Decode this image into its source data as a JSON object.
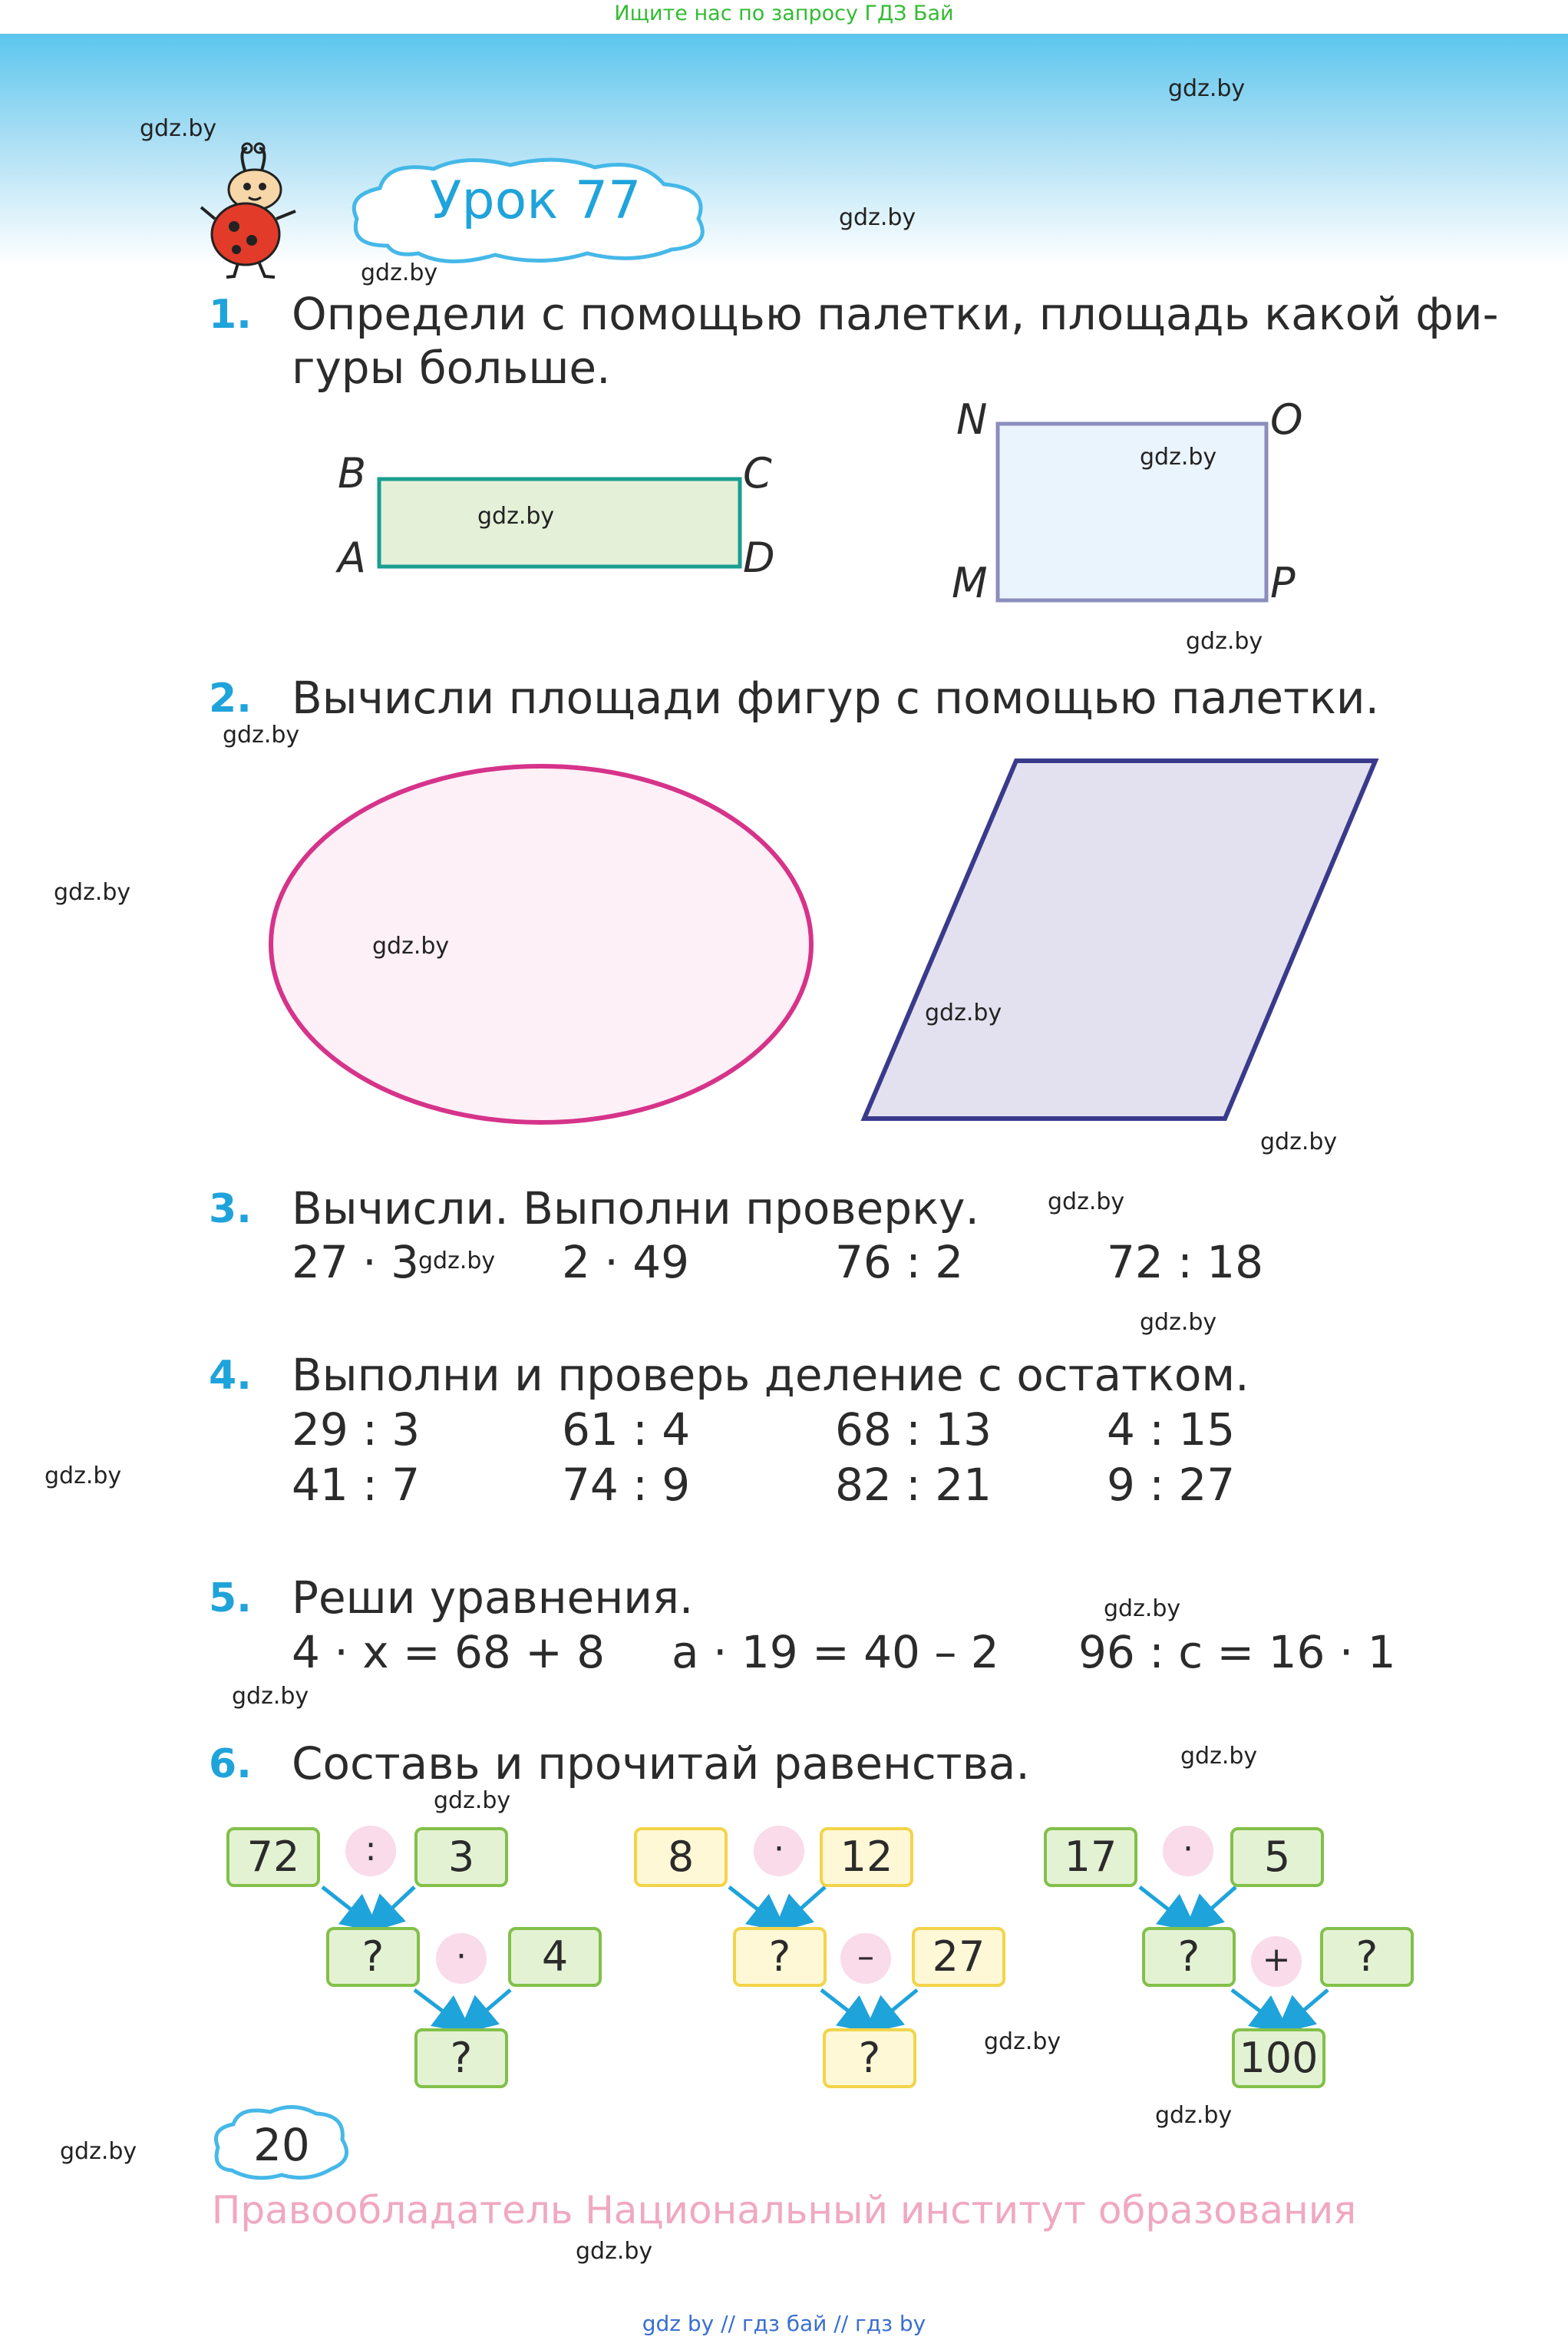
{
  "top_link": "Ищите нас по запросу ГДЗ Бай",
  "watermark": "gdz.by",
  "lesson_title": "Урок 77",
  "tasks": {
    "t1": {
      "num": "1.",
      "line1": "Определи с помощью палетки, площадь какой фи-",
      "line2": "гуры больше."
    },
    "t2": {
      "num": "2.",
      "line1": "Вычисли площади фигур с помощью палетки."
    },
    "t3": {
      "num": "3.",
      "line1": "Вычисли. Выполни проверку.",
      "exprs": [
        "27 · 3",
        "2 · 49",
        "76 : 2",
        "72 : 18"
      ]
    },
    "t4": {
      "num": "4.",
      "line1": "Выполни и проверь деление с остатком.",
      "row1": [
        "29 : 3",
        "61 : 4",
        "68 : 13",
        "4 : 15"
      ],
      "row2": [
        "41 : 7",
        "74 : 9",
        "82 : 21",
        "9 : 27"
      ]
    },
    "t5": {
      "num": "5.",
      "line1": "Реши уравнения.",
      "eq1": "4 · x = 68 + 8",
      "eq2": "a · 19 = 40 – 2",
      "eq3": "96 : c = 16 · 1"
    },
    "t6": {
      "num": "6.",
      "line1": "Составь и прочитай равенства."
    }
  },
  "rect1_labels": {
    "b": "B",
    "c": "C",
    "a": "A",
    "d": "D"
  },
  "rect2_labels": {
    "n": "N",
    "o": "O",
    "m": "M",
    "p": "P"
  },
  "chains": [
    {
      "top_left": "72",
      "op1": ":",
      "top_right": "3",
      "mid": "?",
      "op2": "·",
      "mid_right": "4",
      "bottom": "?"
    },
    {
      "top_left": "8",
      "op1": "·",
      "top_right": "12",
      "mid": "?",
      "op2": "–",
      "mid_right": "27",
      "bottom": "?"
    },
    {
      "top_left": "17",
      "op1": "·",
      "top_right": "5",
      "mid": "?",
      "op2": "+",
      "mid_right": "?",
      "bottom": "100"
    }
  ],
  "page_number": "20",
  "copyright": "Правообладатель Национальный институт образования",
  "footer": "gdz by  //  гдз бай  //  гдз by",
  "colors": {
    "accent": "#1fa3db",
    "green_box": "#82c04a",
    "yellow_box": "#f2d44a",
    "ellipse": "#d6338a",
    "parallelogram": "#3a3a8c"
  }
}
